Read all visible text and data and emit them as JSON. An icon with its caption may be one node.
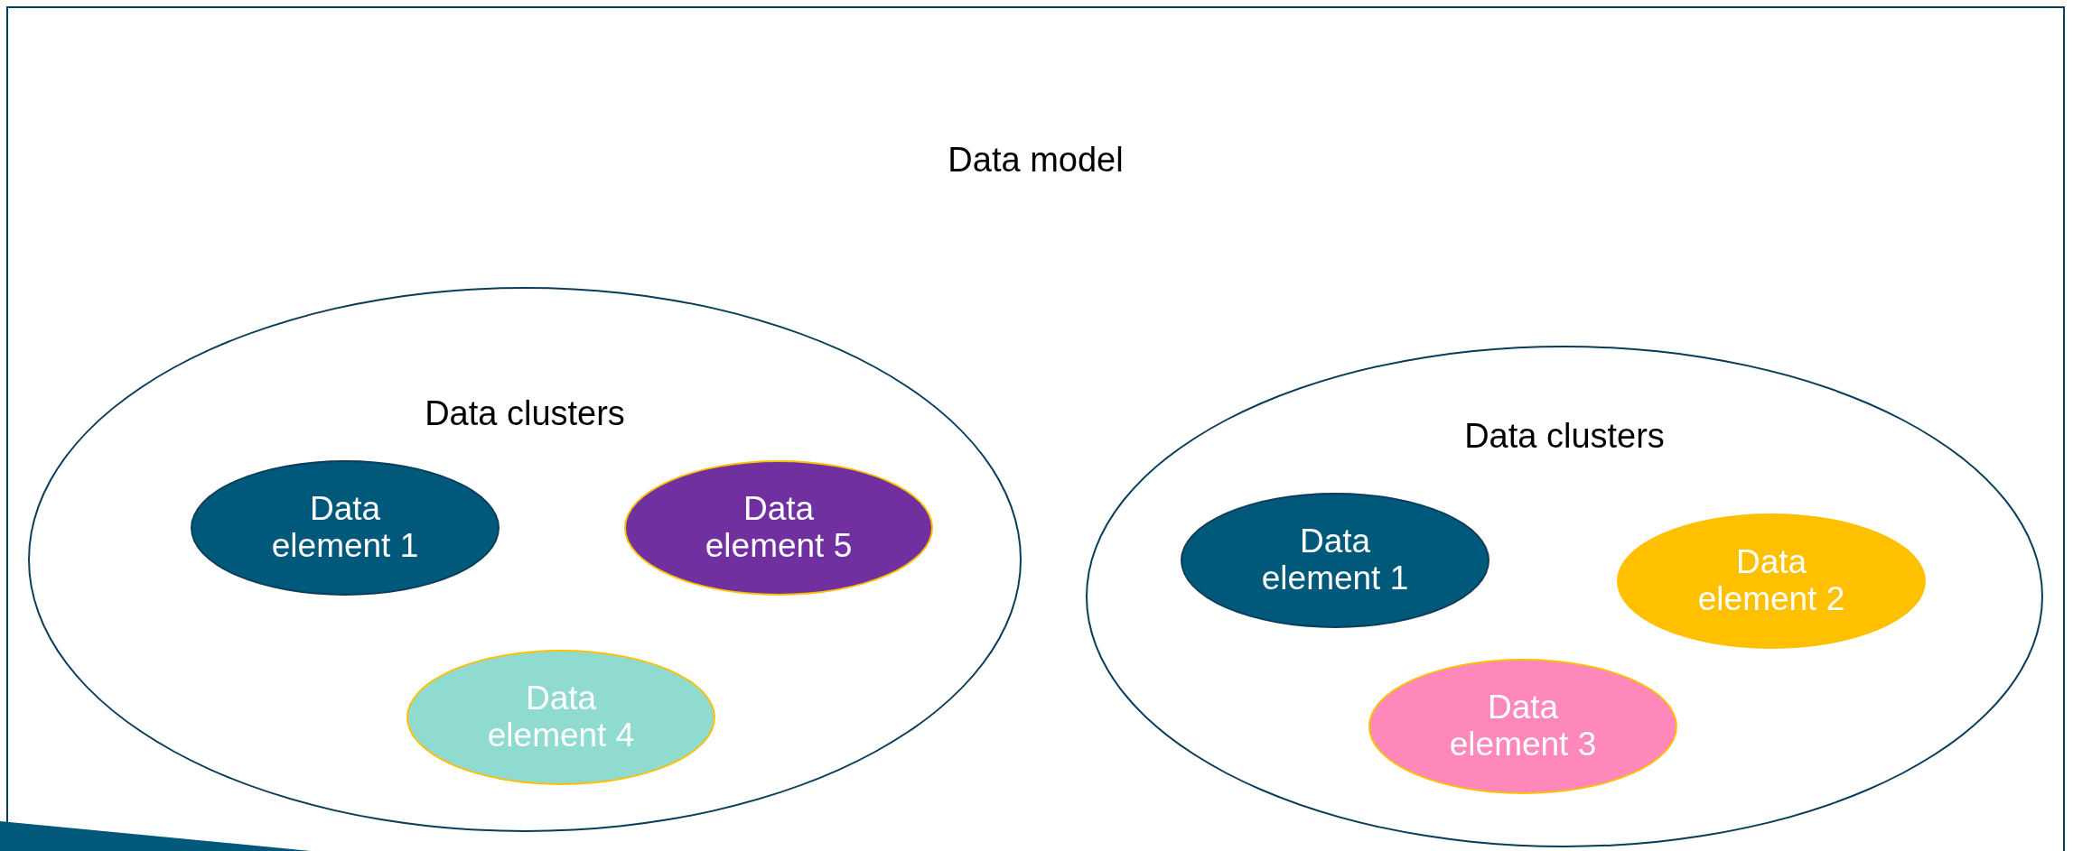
{
  "diagram": {
    "nodes": [
      {
        "text": [
          "Data model"
        ]
      },
      {
        "text": [
          "Data clusters"
        ],
        "in": 0
      },
      {
        "text": [
          "Data element 1"
        ],
        "in": 1
      },
      {
        "text": [
          "Data element 5"
        ],
        "in": 1
      },
      {
        "text": [
          "Data element 4"
        ],
        "in": 1
      },
      {
        "text": [
          "Data clusters"
        ],
        "in": 0
      },
      {
        "text": [
          "Data element 1"
        ],
        "in": 5
      },
      {
        "text": [
          "Data element 2"
        ],
        "in": 5
      },
      {
        "text": [
          "Data element 3"
        ],
        "in": 5
      }
    ]
  }
}
